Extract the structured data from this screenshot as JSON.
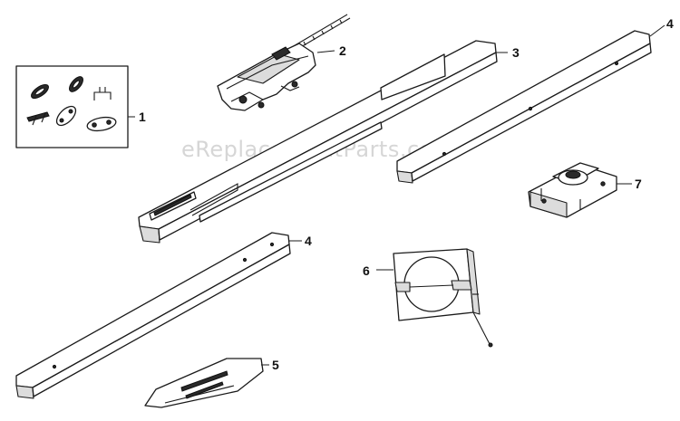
{
  "watermark": "eReplacementParts.com",
  "callouts": {
    "p1": "1",
    "p2": "2",
    "p3": "3",
    "p4a": "4",
    "p4b": "4",
    "p5": "5",
    "p6": "6",
    "p7": "7"
  }
}
